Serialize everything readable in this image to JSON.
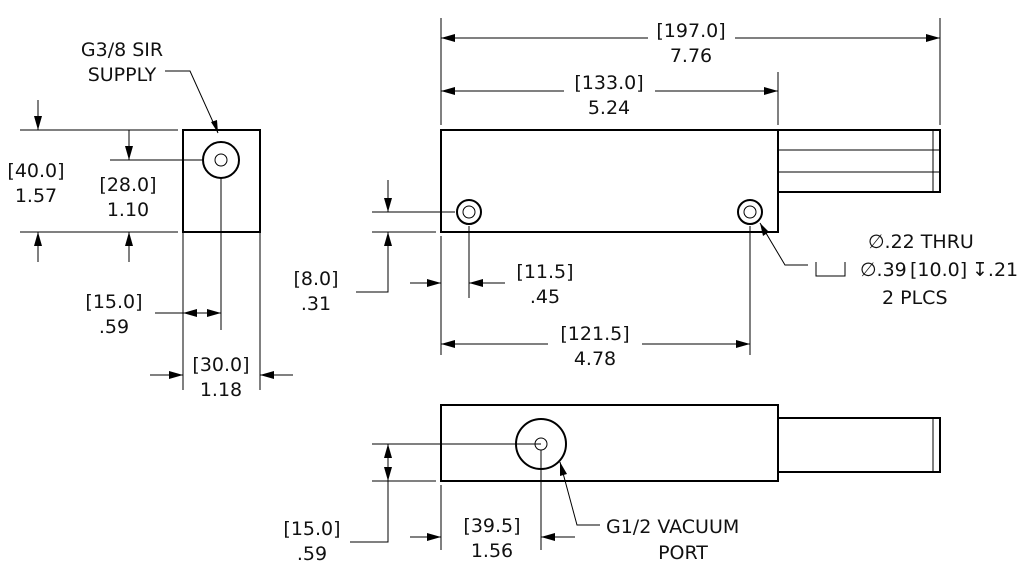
{
  "end_view": {
    "supply_note": [
      "G3/8 SIR",
      "SUPPLY"
    ],
    "height": {
      "metric": "[40.0]",
      "inch": "1.57"
    },
    "port_height": {
      "metric": "[28.0]",
      "inch": "1.10"
    },
    "port_offset": {
      "metric": "[15.0]",
      "inch": ".59"
    },
    "width": {
      "metric": "[30.0]",
      "inch": "1.18"
    }
  },
  "top_view": {
    "overall_length": {
      "metric": "[197.0]",
      "inch": "7.76"
    },
    "body_length": {
      "metric": "[133.0]",
      "inch": "5.24"
    },
    "hole_offset_y": {
      "metric": "[8.0]",
      "inch": ".31"
    },
    "hole_offset_x": {
      "metric": "[11.5]",
      "inch": ".45"
    },
    "hole_spacing": {
      "metric": "[121.5]",
      "inch": "4.78"
    },
    "hole_callout": {
      "line1": "∅.22 THRU",
      "line2_a": "∅.39",
      "line2_b": "[10.0]",
      "line2_c": "↧.21",
      "line3": "2 PLCS"
    }
  },
  "front_view": {
    "port_height": {
      "metric": "[15.0]",
      "inch": ".59"
    },
    "port_offset": {
      "metric": "[39.5]",
      "inch": "1.56"
    },
    "vacuum_note": [
      "G1/2 VACUUM",
      "PORT"
    ]
  }
}
